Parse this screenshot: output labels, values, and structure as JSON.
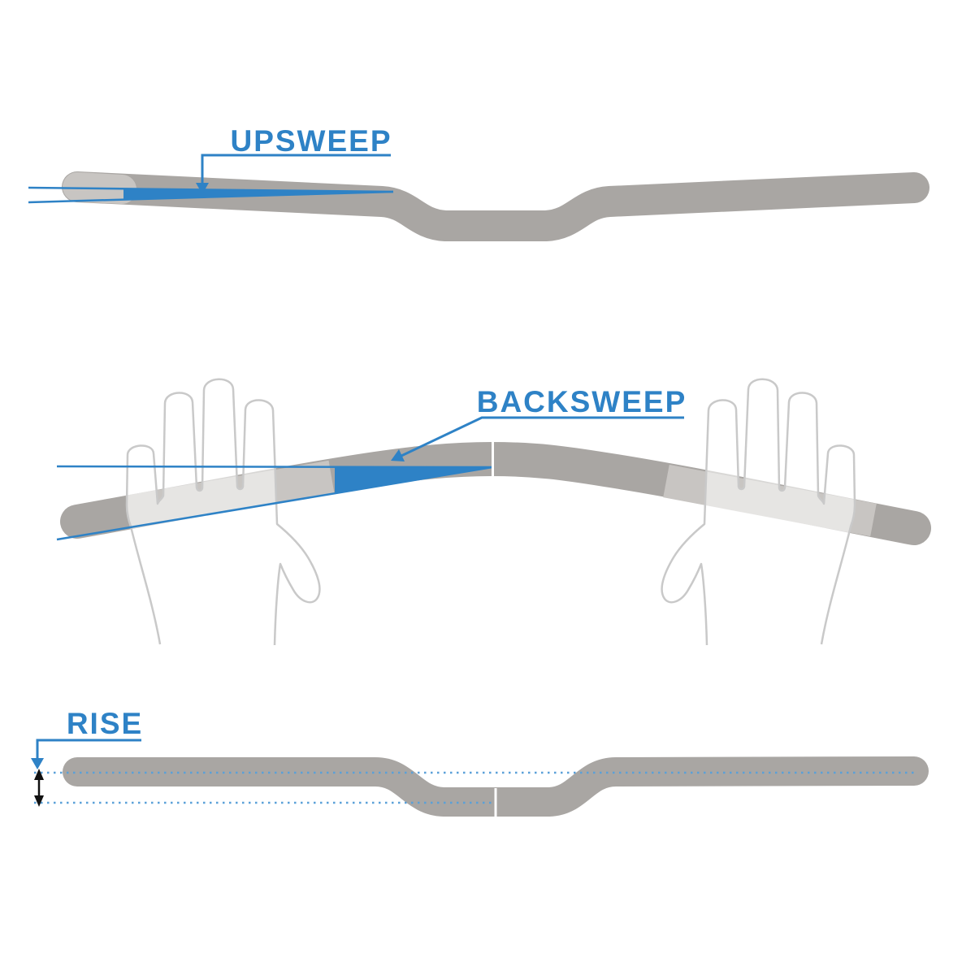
{
  "labels": {
    "upsweep": "UPSWEEP",
    "backsweep": "BACKSWEEP",
    "rise": "RISE"
  },
  "colors": {
    "accent_blue": "#2e82c6",
    "dotted_blue": "#5aa0d8",
    "bar_gray": "#a9a6a3",
    "grip_gray": "#c8c5c2",
    "hand_outline": "#c9c9c9",
    "arrow_black": "#111111",
    "background": "#ffffff"
  }
}
